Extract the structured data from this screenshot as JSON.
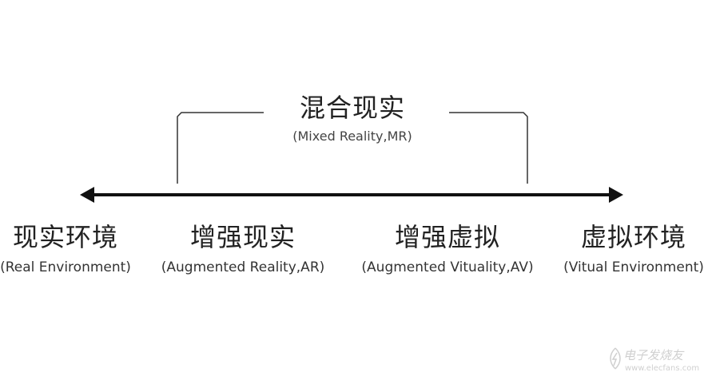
{
  "top": {
    "zh": "混合现实",
    "en": "(Mixed Reality,MR)"
  },
  "spectrum": [
    {
      "zh": "现实环境",
      "en": "(Real Environment)"
    },
    {
      "zh": "增强现实",
      "en": "(Augmented Reality,AR)"
    },
    {
      "zh": "增强虚拟",
      "en": "(Augmented Vituality,AV)"
    },
    {
      "zh": "虚拟环境",
      "en": "(Vitual Environment)"
    }
  ],
  "watermark": {
    "text": "电子发烧友",
    "sub": "www.elecfans.com"
  },
  "colors": {
    "arrow": "#111111",
    "bracket": "#333333",
    "text": "#222222"
  }
}
